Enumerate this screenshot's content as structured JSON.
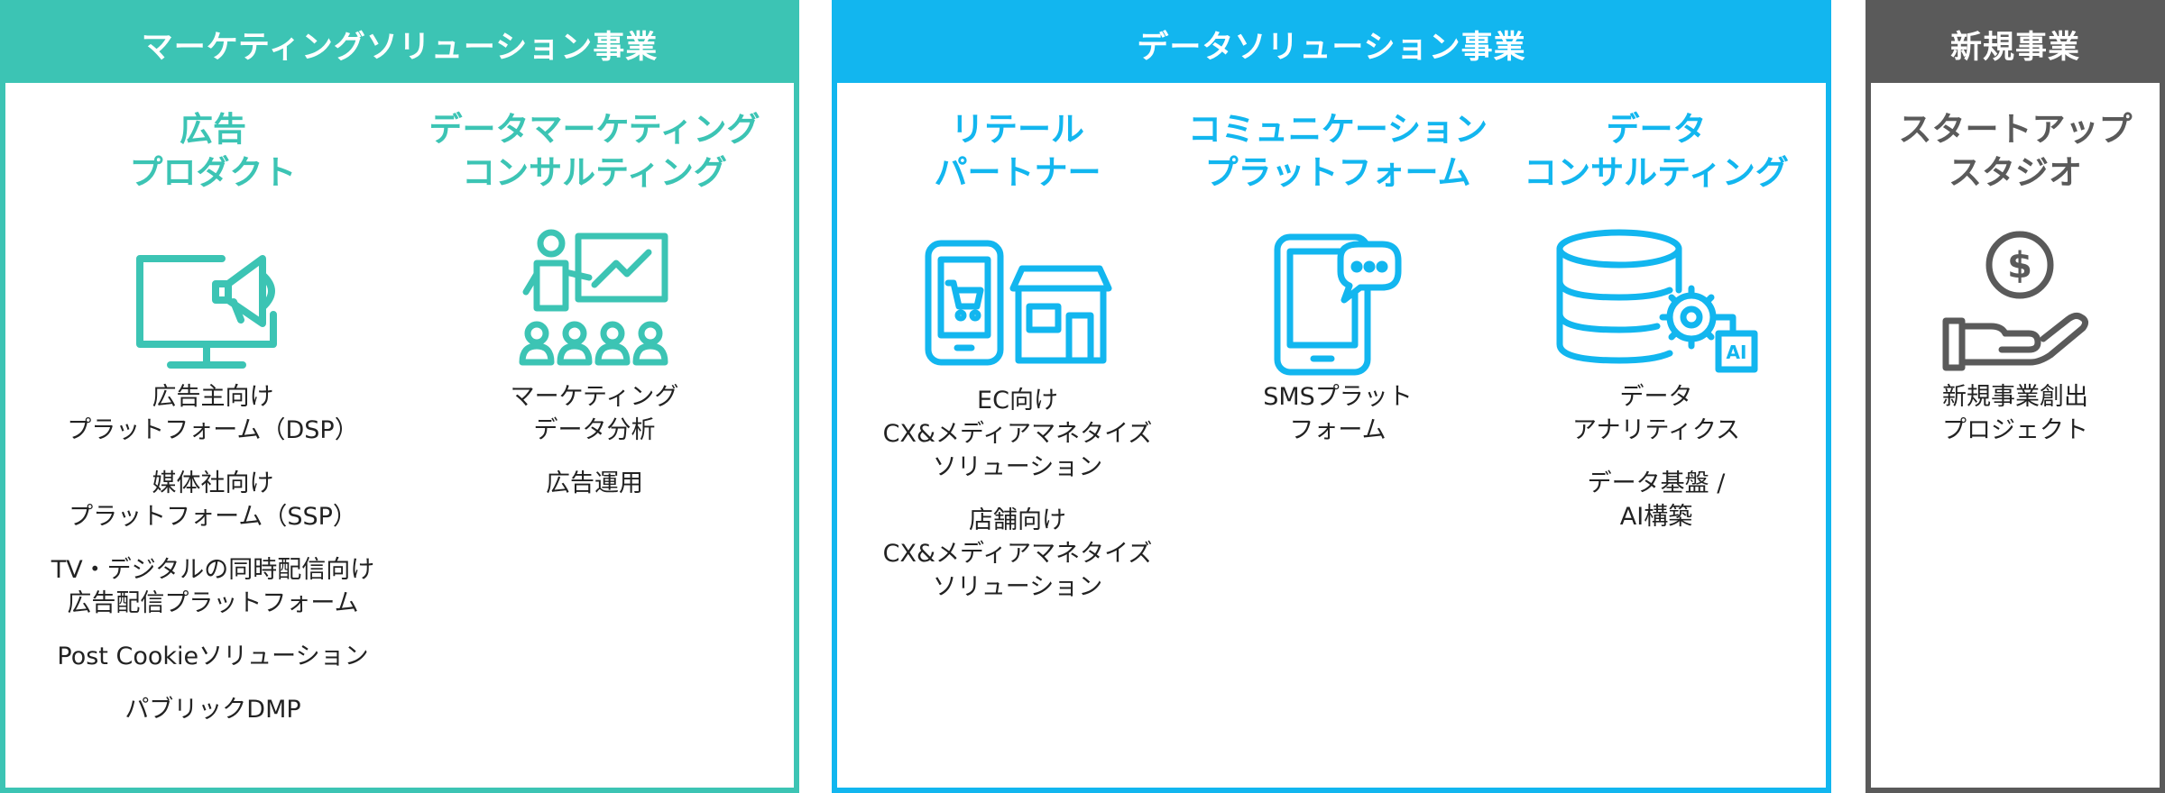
{
  "colors": {
    "teal": "#3cc4b4",
    "blue": "#12b6ef",
    "grey": "#5a5a5a"
  },
  "sections": [
    {
      "header": "マーケティングソリューション事業",
      "columns": [
        {
          "title": [
            "広告",
            "プロダクト"
          ],
          "icon": "monitor-megaphone-icon",
          "items": [
            [
              "広告主向け",
              "プラットフォーム（DSP）"
            ],
            [
              "媒体社向け",
              "プラットフォーム（SSP）"
            ],
            [
              "TV・デジタルの同時配信向け",
              "広告配信プラットフォーム"
            ],
            [
              "Post Cookieソリューション"
            ],
            [
              "パブリックDMP"
            ]
          ]
        },
        {
          "title": [
            "データマーケティング",
            "コンサルティング"
          ],
          "icon": "presentation-audience-icon",
          "items": [
            [
              "マーケティング",
              "データ分析"
            ],
            [
              "広告運用"
            ]
          ]
        }
      ]
    },
    {
      "header": "データソリューション事業",
      "columns": [
        {
          "title": [
            "リテール",
            "パートナー"
          ],
          "icon": "phone-cart-store-icon",
          "items": [
            [
              "EC向け",
              "CX&メディアマネタイズ",
              "ソリューション"
            ],
            [
              "店舗向け",
              "CX&メディアマネタイズ",
              "ソリューション"
            ]
          ]
        },
        {
          "title": [
            "コミュニケーション",
            "プラットフォーム"
          ],
          "icon": "phone-chat-icon",
          "items": [
            [
              "SMSプラット",
              "フォーム"
            ]
          ]
        },
        {
          "title": [
            "データ",
            "コンサルティング"
          ],
          "icon": "database-gear-ai-icon",
          "items": [
            [
              "データ",
              "アナリティクス"
            ],
            [
              "データ基盤 /",
              "AI構築"
            ]
          ]
        }
      ]
    },
    {
      "header": "新規事業",
      "columns": [
        {
          "title": [
            "スタートアップ",
            "スタジオ"
          ],
          "icon": "hand-coin-icon",
          "items": [
            [
              "新規事業創出",
              "プロジェクト"
            ]
          ]
        }
      ]
    }
  ]
}
